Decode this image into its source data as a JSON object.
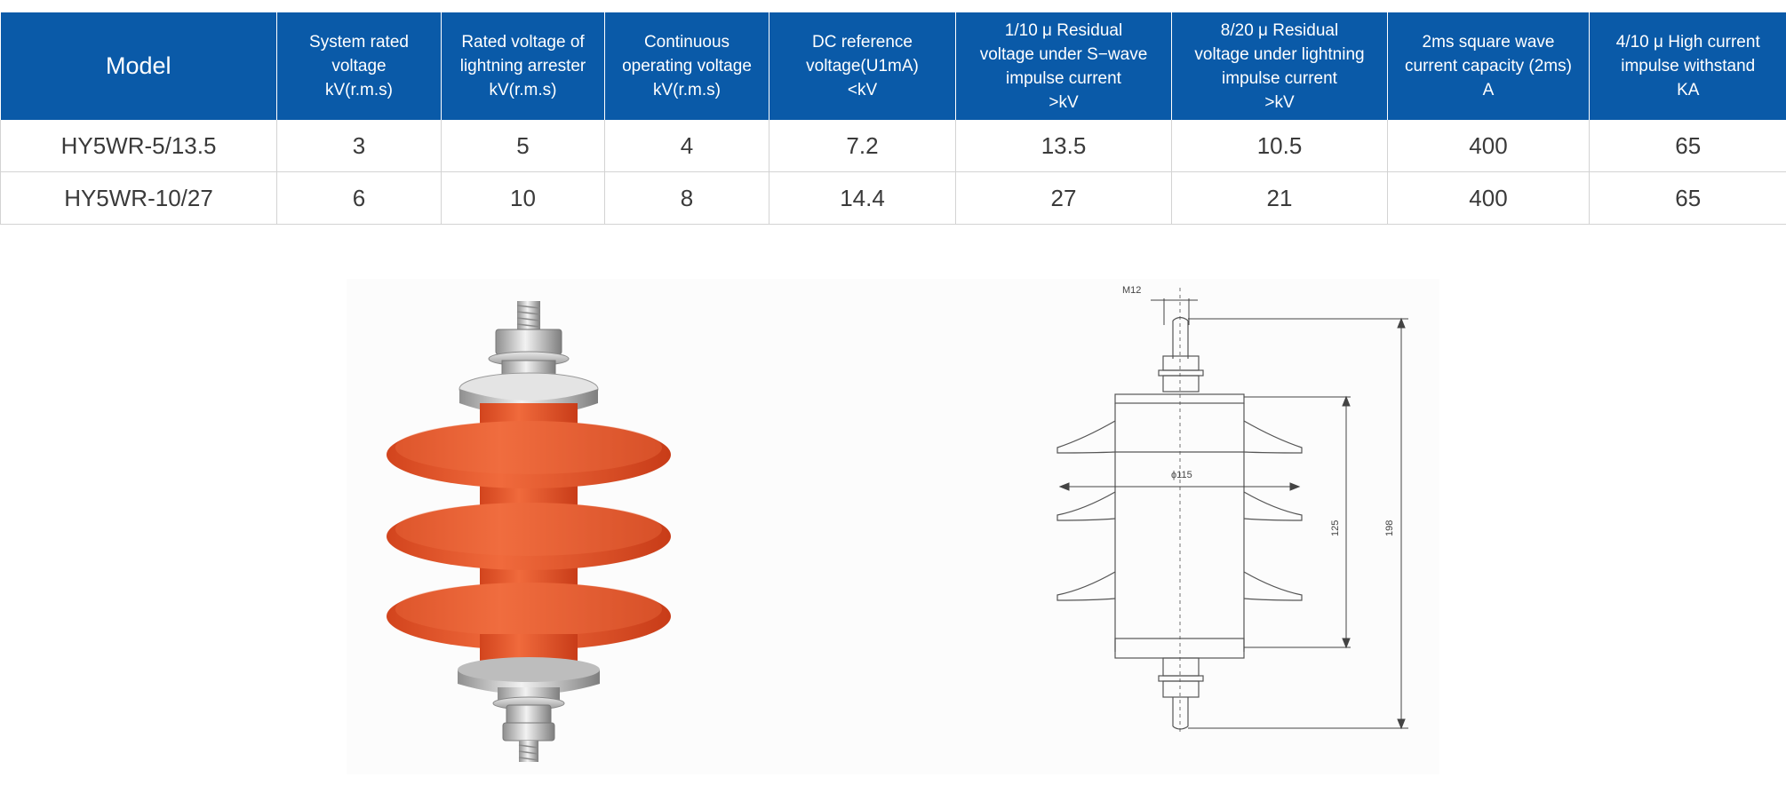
{
  "table": {
    "headers": [
      "Model",
      "System rated\nvoltage\nkV(r.m.s)",
      "Rated voltage of\nlightning arrester\nkV(r.m.s)",
      "Continuous\noperating voltage\nkV(r.m.s)",
      "DC reference\nvoltage(U1mA)\n<kV",
      "1/10 μ Residual\nvoltage under S−wave\nimpulse current\n>kV",
      "8/20 μ Residual\nvoltage under lightning\nimpulse current\n>kV",
      "2ms square wave\ncurrent capacity (2ms)\nA",
      "4/10 μ High current\nimpulse withstand\nKA"
    ],
    "rows": [
      [
        "HY5WR-5/13.5",
        "3",
        "5",
        "4",
        "7.2",
        "13.5",
        "10.5",
        "400",
        "65"
      ],
      [
        "HY5WR-10/27",
        "6",
        "10",
        "8",
        "14.4",
        "27",
        "21",
        "400",
        "65"
      ]
    ]
  },
  "drawing": {
    "thread_label": "M12",
    "diameter_label": "ϕ115",
    "body_height_label": "125",
    "total_height_label": "198"
  },
  "colors": {
    "header_bg": "#0a5aa8",
    "header_text": "#ffffff",
    "housing_orange": "#e8542a",
    "metal_gray": "#b8b8b8"
  }
}
